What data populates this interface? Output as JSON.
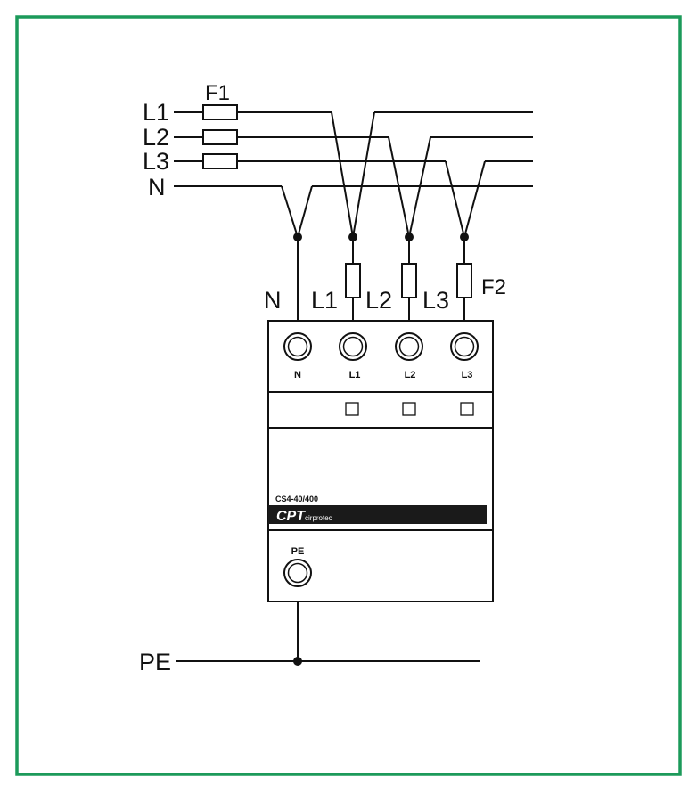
{
  "colors": {
    "frame": "#1c9a5a",
    "line": "#111111",
    "banner": "#1a1a1a",
    "banner_text": "#ffffff"
  },
  "labels": {
    "fuse_main": "F1",
    "fuse_branch": "F2",
    "in_l1": "L1",
    "in_l2": "L2",
    "in_l3": "L3",
    "in_n": "N",
    "pe": "PE"
  },
  "device": {
    "top_labels": {
      "n": "N",
      "l1": "L1",
      "l2": "L2",
      "l3": "L3"
    },
    "terminals": {
      "n": "N",
      "l1": "L1",
      "l2": "L2",
      "l3": "L3"
    },
    "model": "CS4-40/400",
    "brand": "CPT",
    "brand_sub": "cirprotec",
    "pe_terminal": "PE"
  }
}
